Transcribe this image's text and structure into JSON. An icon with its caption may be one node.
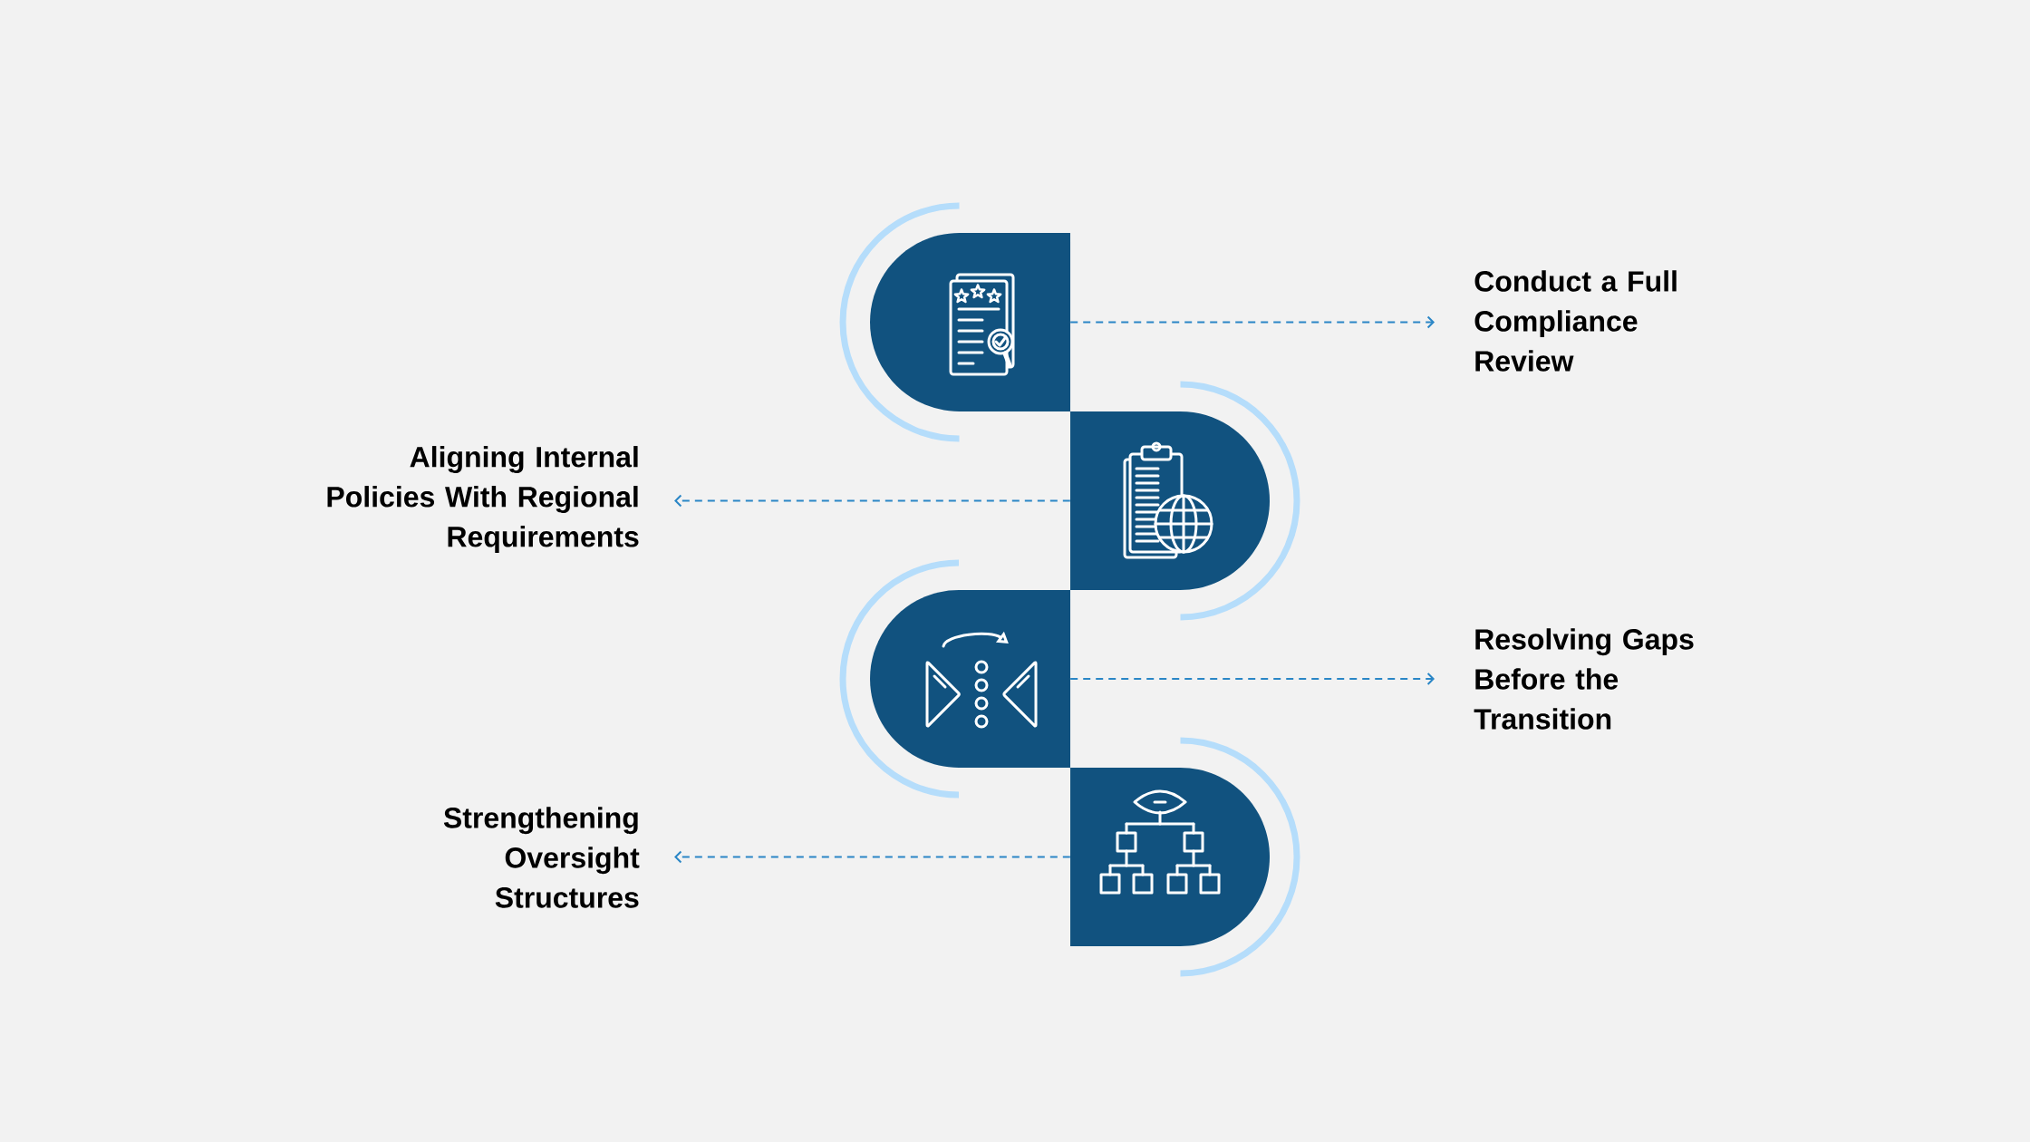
{
  "diagram": {
    "nodes": [
      {
        "text": [],
        "shape": "box"
      },
      {
        "text": [],
        "shape": "box"
      },
      {
        "text": [],
        "shape": "box"
      },
      {
        "text": [],
        "shape": "box"
      },
      {
        "text": [
          "Conduct a Full Compliance Review"
        ]
      },
      {
        "text": [
          "Aligning Internal Policies With Regional Requirements"
        ]
      },
      {
        "text": [
          "Resolving Gaps Before the Transition"
        ]
      },
      {
        "text": [
          "Strengthening Oversight Structures"
        ]
      }
    ],
    "edges": [
      {
        "from": 0,
        "to": 4,
        "arrow": "to",
        "style": "dashed"
      },
      {
        "from": 1,
        "to": 5,
        "arrow": "to",
        "style": "dashed"
      },
      {
        "from": 2,
        "to": 6,
        "arrow": "to",
        "style": "dashed"
      },
      {
        "from": 3,
        "to": 7,
        "arrow": "to",
        "style": "dashed"
      }
    ]
  }
}
